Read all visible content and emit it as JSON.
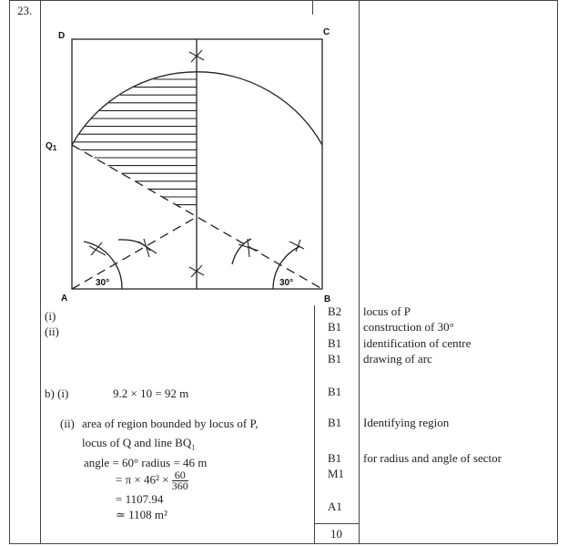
{
  "question_number": "23.",
  "diagram": {
    "labels": {
      "A": "A",
      "B": "B",
      "C": "C",
      "D": "D",
      "Q1": "Q",
      "Q1_sub": "1"
    },
    "angle_left": "30°",
    "angle_right": "30°"
  },
  "part_a": {
    "i": "(i)",
    "ii": "(ii)"
  },
  "part_b": {
    "i_label": "b) (i)",
    "i_calc": "9.2 × 10  =  92 m",
    "ii_label": "(ii)",
    "ii_line1": "area of region bounded by locus of P,",
    "ii_line2": "locus of Q and line BQ",
    "ii_line2_sub": "1",
    "angle_line": "angle = 60°   radius  =  46 m",
    "formula_prefix": "= π × 46² ×",
    "fraction_num": "60",
    "fraction_den": "360",
    "result1": "= 1107.94",
    "result2": "≃ 1108 m²"
  },
  "marks": [
    {
      "mark": "B2",
      "comment": "locus of P"
    },
    {
      "mark": "B1",
      "comment": "construction of 30°"
    },
    {
      "mark": "B1",
      "comment": "identification of centre"
    },
    {
      "mark": "B1",
      "comment": "drawing of arc"
    },
    {
      "mark": "B1",
      "comment": ""
    },
    {
      "mark": "B1",
      "comment": "Identifying region"
    },
    {
      "mark": "B1",
      "comment": "for radius and angle of sector"
    },
    {
      "mark": "M1",
      "comment": ""
    },
    {
      "mark": "A1",
      "comment": ""
    }
  ],
  "total": "10"
}
